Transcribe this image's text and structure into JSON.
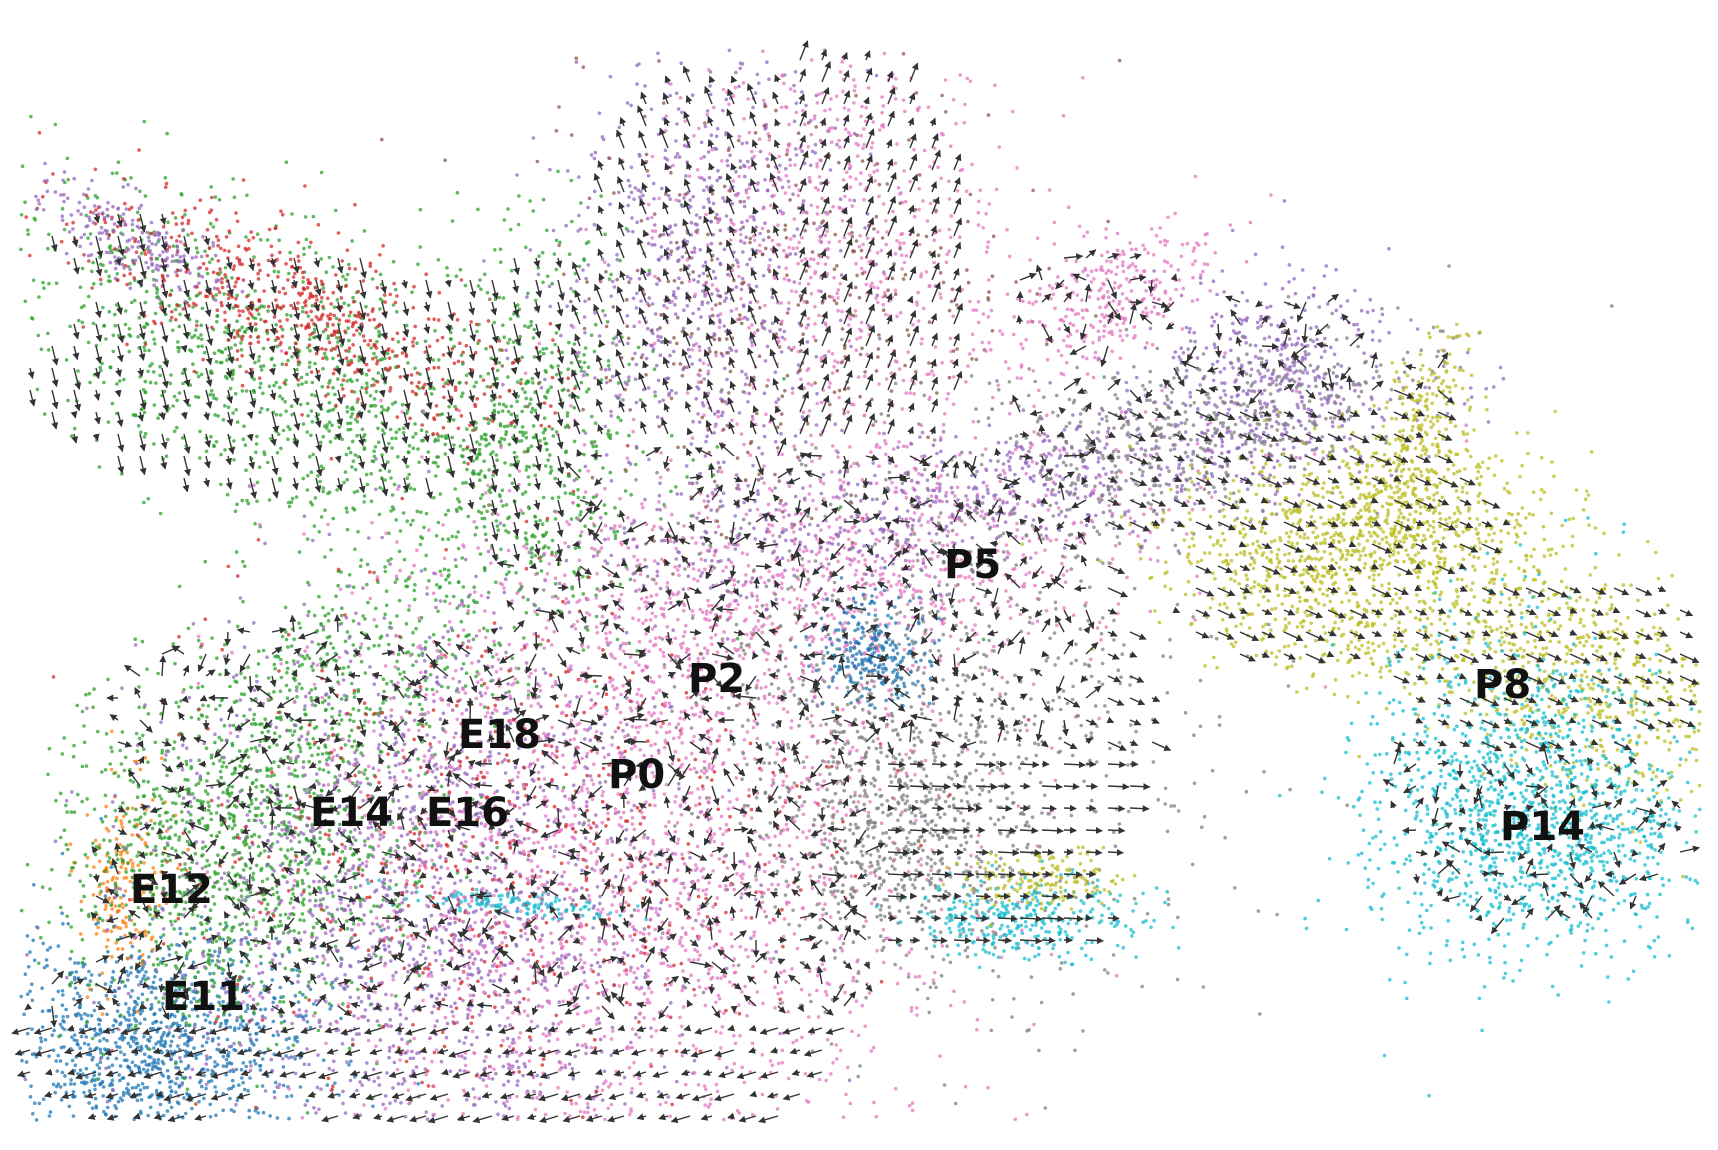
{
  "chart_data": {
    "type": "scatter",
    "title": "",
    "xlabel": "",
    "ylabel": "",
    "grid": false,
    "legend": "none",
    "overlay": "velocity arrows (quiver field)",
    "clusters": [
      {
        "label": "E11",
        "color": "#1f77b4"
      },
      {
        "label": "E12",
        "color": "#ff7f0e"
      },
      {
        "label": "E14",
        "color": "#2ca02c"
      },
      {
        "label": "E16",
        "color": "#d62728"
      },
      {
        "label": "E18",
        "color": "#9467bd"
      },
      {
        "label": "P0",
        "color": "#e377c2"
      },
      {
        "label": "P2",
        "color": "#8c564b"
      },
      {
        "label": "P5",
        "color": "#7f7f7f"
      },
      {
        "label": "P8",
        "color": "#bcbd22"
      },
      {
        "label": "P14",
        "color": "#17becf"
      }
    ],
    "point_labels": [
      "E11",
      "E12",
      "E14",
      "E16",
      "E18",
      "P0",
      "P2",
      "P5",
      "P8",
      "P14"
    ],
    "arrow_color": "#333333"
  }
}
